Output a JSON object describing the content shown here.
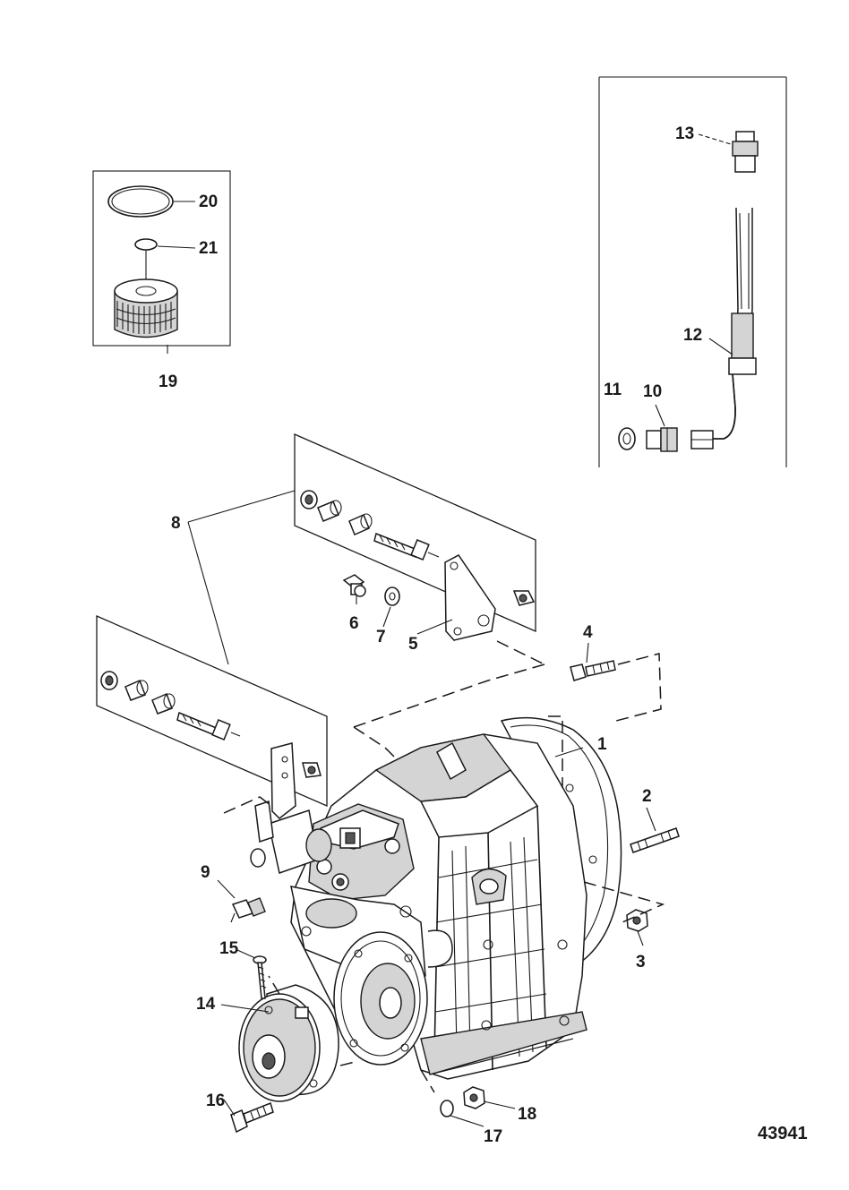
{
  "diagram": {
    "reference_number": "43941",
    "labels": [
      {
        "id": "1",
        "text": "1"
      },
      {
        "id": "2",
        "text": "2"
      },
      {
        "id": "3",
        "text": "3"
      },
      {
        "id": "4",
        "text": "4"
      },
      {
        "id": "5",
        "text": "5"
      },
      {
        "id": "6",
        "text": "6"
      },
      {
        "id": "7",
        "text": "7"
      },
      {
        "id": "8",
        "text": "8"
      },
      {
        "id": "9",
        "text": "9"
      },
      {
        "id": "10",
        "text": "10"
      },
      {
        "id": "11",
        "text": "11"
      },
      {
        "id": "12",
        "text": "12"
      },
      {
        "id": "13",
        "text": "13"
      },
      {
        "id": "14",
        "text": "14"
      },
      {
        "id": "15",
        "text": "15"
      },
      {
        "id": "16",
        "text": "16"
      },
      {
        "id": "17",
        "text": "17"
      },
      {
        "id": "18",
        "text": "18"
      },
      {
        "id": "19",
        "text": "19"
      },
      {
        "id": "20",
        "text": "20"
      },
      {
        "id": "21",
        "text": "21"
      }
    ]
  }
}
